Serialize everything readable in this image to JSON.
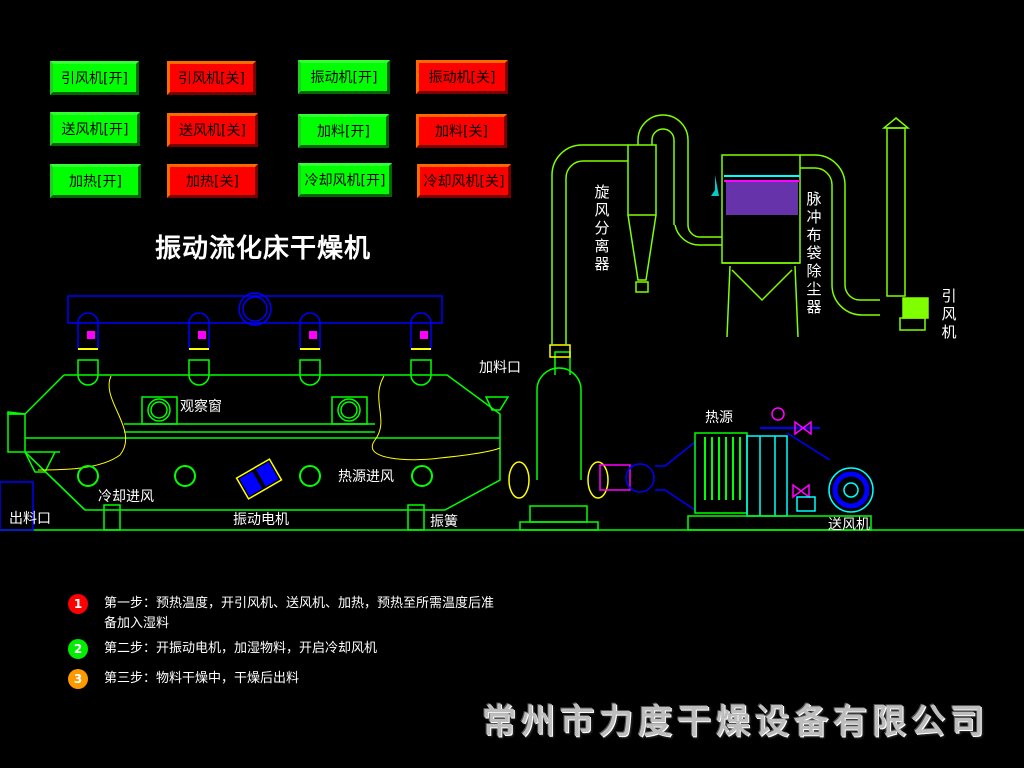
{
  "title": "振动流化床干燥机",
  "buttons": [
    {
      "label": "引风机[开]",
      "state": "on"
    },
    {
      "label": "引风机[关]",
      "state": "off"
    },
    {
      "label": "振动机[开]",
      "state": "on"
    },
    {
      "label": "振动机[关]",
      "state": "off"
    },
    {
      "label": "送风机[开]",
      "state": "on"
    },
    {
      "label": "送风机[关]",
      "state": "off"
    },
    {
      "label": "加料[开]",
      "state": "on"
    },
    {
      "label": "加料[关]",
      "state": "off"
    },
    {
      "label": "加热[开]",
      "state": "on"
    },
    {
      "label": "加热[关]",
      "state": "off"
    },
    {
      "label": "冷却风机[开]",
      "state": "on"
    },
    {
      "label": "冷却风机[关]",
      "state": "off"
    }
  ],
  "diagram_labels": {
    "observation_window": "观察窗",
    "feed_inlet": "加料口",
    "cooling_inlet": "冷却进风",
    "hot_air_inlet": "热源进风",
    "vibration_motor": "振动电机",
    "spring": "振簧",
    "discharge": "出料口",
    "heat_source": "热源",
    "blower": "送风机",
    "cyclone": "旋风分离器",
    "bag_filter": "脉冲布袋除尘器",
    "induced_fan": "引风机"
  },
  "steps": [
    {
      "num": "1",
      "color": "#ff0000",
      "text": "第一步：预热温度，开引风机、送风机、加热，预热至所需温度后准备加入湿料"
    },
    {
      "num": "2",
      "color": "#00ee00",
      "text": "第二步：开振动电机，加湿物料，开启冷却风机"
    },
    {
      "num": "3",
      "color": "#ff9900",
      "text": "第三步：物料干燥中，干燥后出料"
    }
  ],
  "company": "常州市力度干燥设备有限公司",
  "colors": {
    "on": "#00ff00",
    "off": "#ff0000",
    "line_green": "#00ff00",
    "line_blue": "#0000ff",
    "line_yellow": "#ffff00",
    "line_cyan": "#00ffff",
    "line_magenta": "#ff00ff",
    "line_lime": "#80ff00"
  }
}
